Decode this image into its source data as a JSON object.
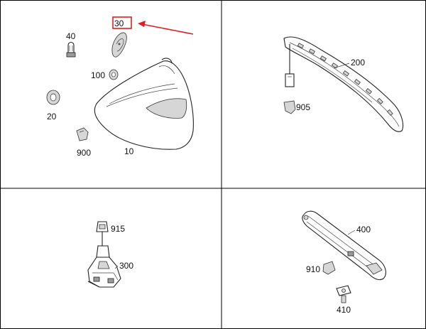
{
  "highlight_color": "#e02020",
  "panels": {
    "top_left": {
      "labels": {
        "p30": "30",
        "p40": "40",
        "p100": "100",
        "p20": "20",
        "p900": "900",
        "p10": "10"
      }
    },
    "top_right": {
      "labels": {
        "p200": "200",
        "p905": "905"
      }
    },
    "bottom_left": {
      "labels": {
        "p915": "915",
        "p300": "300"
      }
    },
    "bottom_right": {
      "labels": {
        "p400": "400",
        "p910": "910",
        "p410": "410"
      }
    }
  }
}
